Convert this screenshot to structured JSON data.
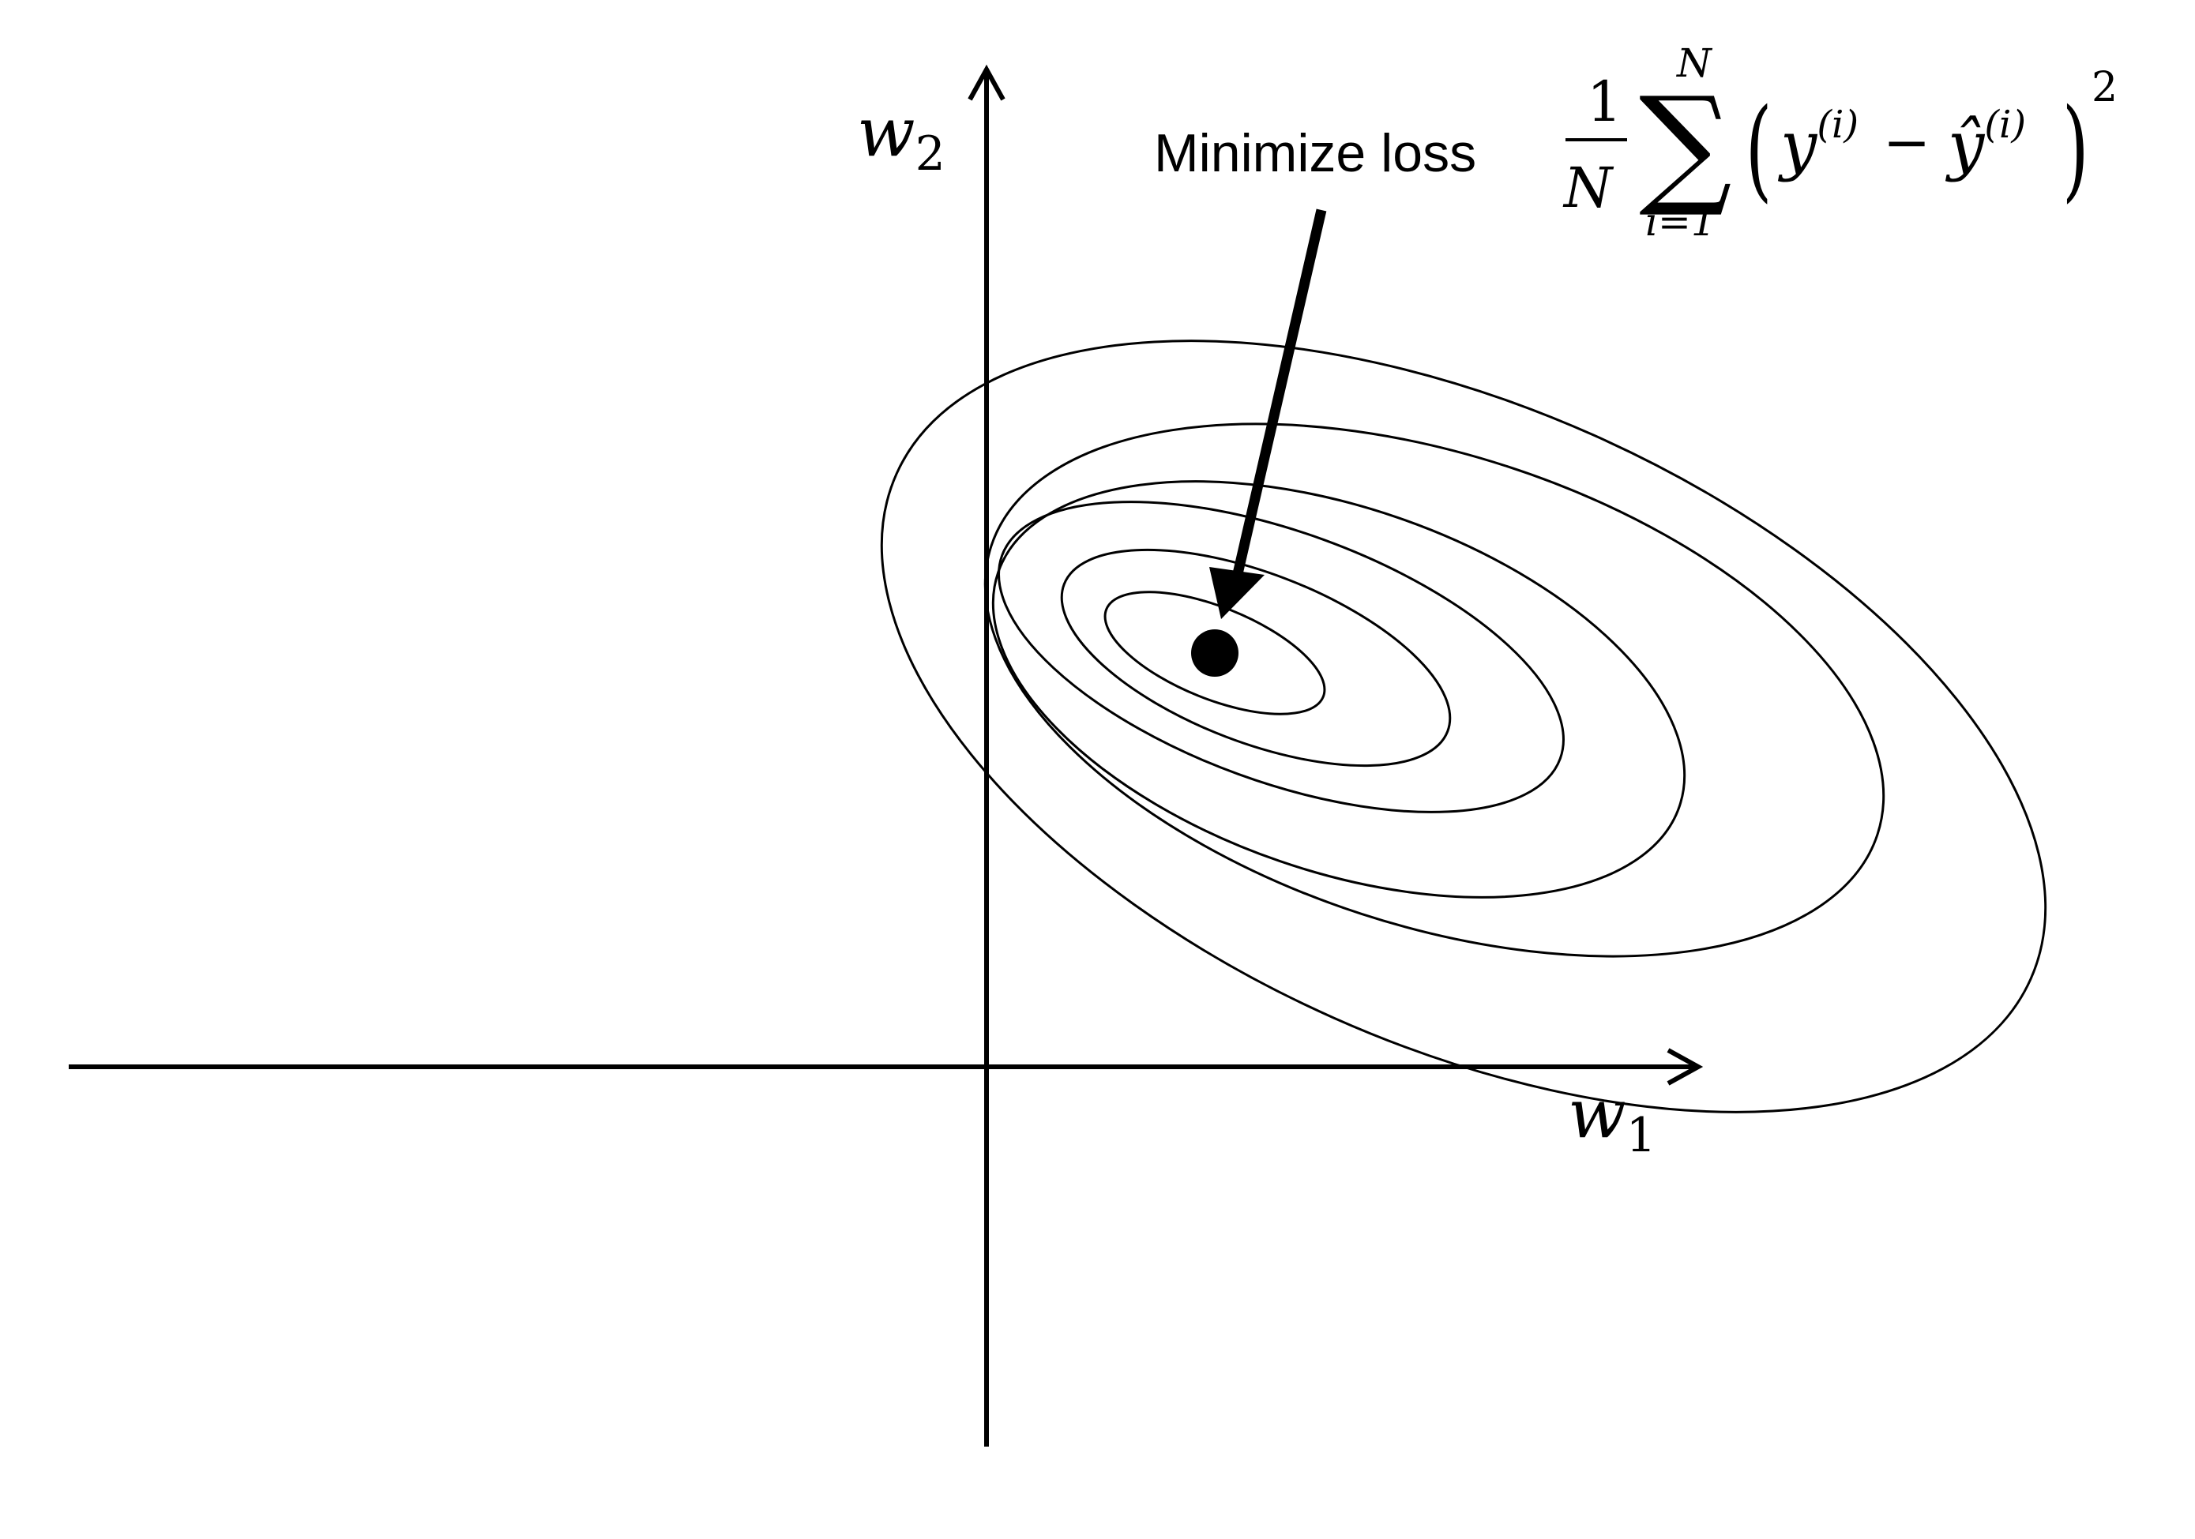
{
  "axes": {
    "x_label": "w",
    "x_subscript": "1",
    "y_label": "w",
    "y_subscript": "2"
  },
  "annotation": {
    "text": "Minimize loss"
  },
  "formula": {
    "numerator": "1",
    "denominator": "N",
    "sum_symbol": "∑",
    "sum_upper": "N",
    "sum_lower": "i=1",
    "open_paren": "(",
    "y": "y",
    "y_superscript": "(i)",
    "minus": "−",
    "y_hat": "ŷ",
    "y_hat_superscript": "(i)",
    "close_paren": ")",
    "exponent": "2"
  },
  "contours": {
    "count": 6,
    "center": "minimum",
    "stroke_color": "#000000"
  },
  "colors": {
    "ink": "#000000",
    "background": "#ffffff"
  }
}
